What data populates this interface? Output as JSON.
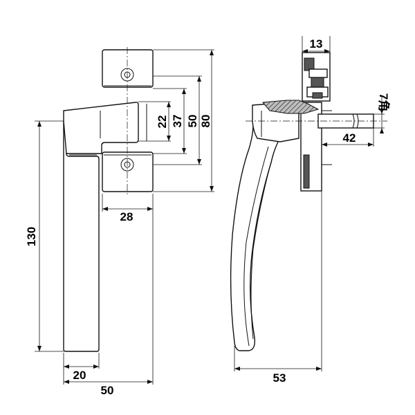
{
  "front_view": {
    "dimensions": {
      "width_total": "50",
      "handle_width": "20",
      "base_width": "28",
      "handle_length": "130",
      "d22": "22",
      "d37": "37",
      "d50": "50",
      "d80": "80"
    }
  },
  "side_view": {
    "dimensions": {
      "depth": "53",
      "flange": "13",
      "spindle": "42",
      "square": "7角"
    }
  }
}
